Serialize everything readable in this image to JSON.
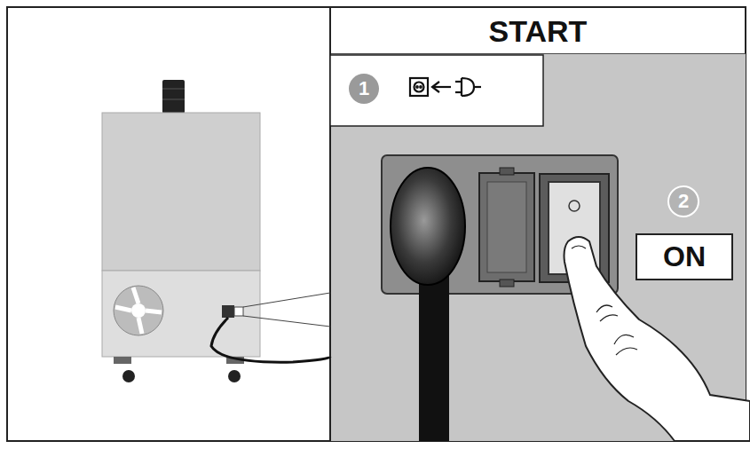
{
  "diagram": {
    "nodes": [
      {
        "text": [
          "START"
        ]
      },
      {
        "text": [
          "1"
        ]
      },
      {
        "text": [
          "2"
        ]
      },
      {
        "text": [
          "ON"
        ]
      }
    ]
  }
}
